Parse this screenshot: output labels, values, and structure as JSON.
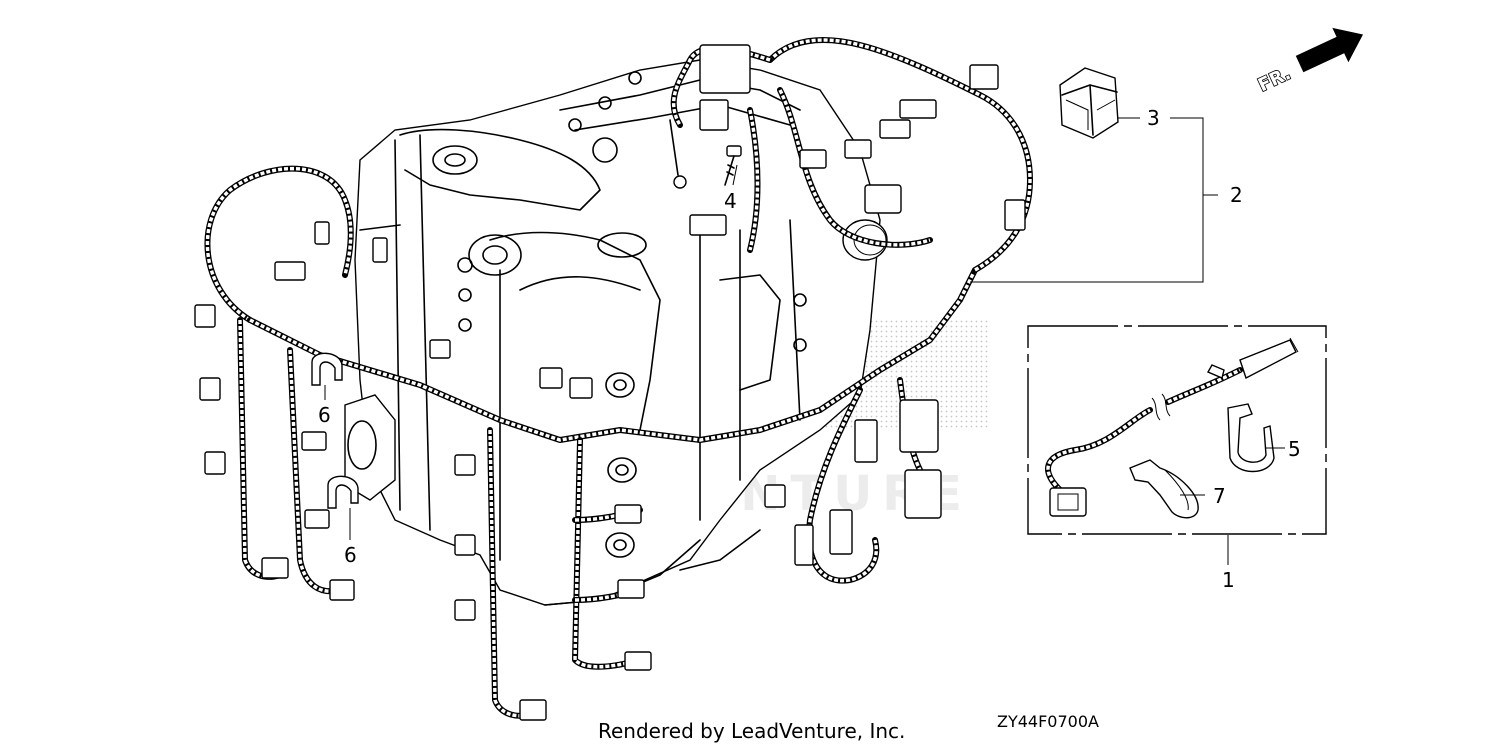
{
  "callouts": {
    "c1": "1",
    "c2": "2",
    "c3": "3",
    "c4": "4",
    "c5": "5",
    "c6a": "6",
    "c6b": "6",
    "c7": "7"
  },
  "direction_arrow": {
    "label": "FR."
  },
  "footer": {
    "credit": "Rendered by LeadVenture, Inc.",
    "diagram_code": "ZY44F0700A"
  },
  "watermark": {
    "text": "LEADVENTURE"
  }
}
